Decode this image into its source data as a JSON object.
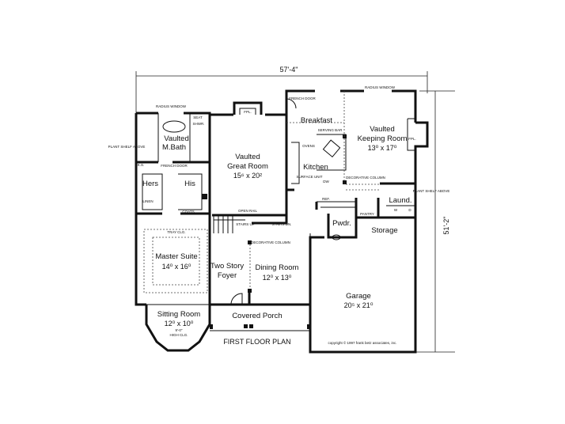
{
  "dimensions": {
    "width": "57'-4\"",
    "depth": "51'-2\""
  },
  "title": "FIRST FLOOR PLAN",
  "copyright": "copyright © 1997 frank betz associates, inc.",
  "rooms": {
    "master_bath": {
      "name1": "Vaulted",
      "name2": "M.Bath"
    },
    "hers": {
      "name": "Hers"
    },
    "his": {
      "name": "His"
    },
    "master_suite": {
      "name": "Master Suite",
      "size": "14⁰ x 16⁰"
    },
    "sitting_room": {
      "name": "Sitting Room",
      "size": "12⁰ x 10⁰",
      "note1": "9'-0\"",
      "note2": "HIGH CLG."
    },
    "great_room": {
      "name1": "Vaulted",
      "name2": "Great Room",
      "size": "15⁶ x 20²"
    },
    "breakfast": {
      "name": "Breakfast"
    },
    "keeping_room": {
      "name1": "Vaulted",
      "name2": "Keeping Room",
      "size": "13⁰ x 17⁰"
    },
    "kitchen": {
      "name": "Kitchen"
    },
    "laundry": {
      "name": "Laund."
    },
    "powder": {
      "name": "Pwdr."
    },
    "storage": {
      "name": "Storage"
    },
    "foyer": {
      "name1": "Two Story",
      "name2": "Foyer"
    },
    "dining_room": {
      "name": "Dining Room",
      "size": "12⁰ x 13⁰"
    },
    "garage": {
      "name": "Garage",
      "size": "20⁵ x 21⁰"
    },
    "porch": {
      "name": "Covered Porch"
    }
  },
  "notes": {
    "radius_window": "RADIUS WINDOW",
    "fpl": "FPL.",
    "french_door": "FRENCH DOOR",
    "seat": "SEAT",
    "shwr": "SHWR.",
    "plant_shelf": "PLANT SHELF ABOVE",
    "ks": "K.S.",
    "linen": "LINEN",
    "coats": "COATS",
    "tray_clg": "TRAY CLG.",
    "open_rail": "OPEN RAIL",
    "stairs_up": "STAIRS UP",
    "stairs_dn": "STAIRS DN.",
    "decorative_column": "DECORATIVE COLUMN",
    "serving_bar": "SERVING BAR",
    "ovens": "OVENS",
    "surface_unit": "SURFACE UNIT",
    "dw": "DW",
    "ref": "REF.",
    "pantry": "PANTRY",
    "w": "W",
    "d": "D"
  }
}
